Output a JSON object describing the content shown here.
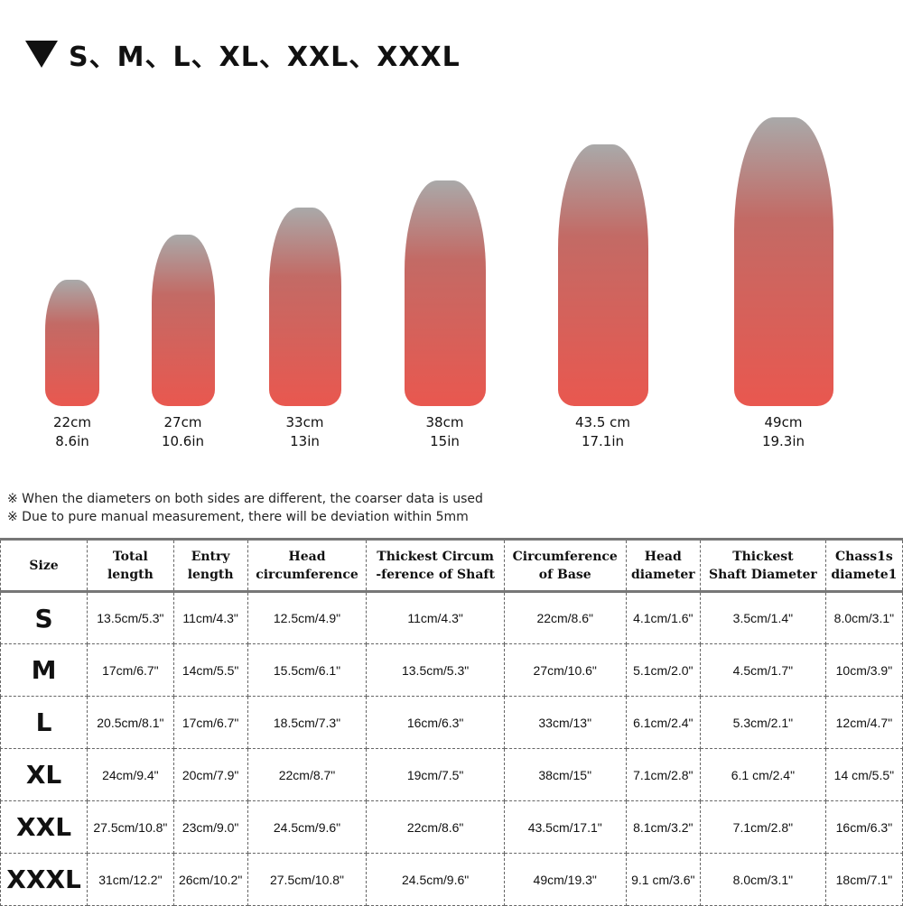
{
  "title": "S、M、L、XL、XXL、XXXL",
  "products": [
    {
      "size": "S",
      "head_circ": "12.5cm\n4.9in",
      "shaft_circ": "11cm\n4.3in",
      "entry": "11cm/4.3in",
      "base": [
        "22cm",
        "8.6in"
      ]
    },
    {
      "size": "M",
      "head_circ": "15.5cm\n6.1in",
      "shaft_circ": "13.5cm\n5.3in",
      "entry": "14cm/5.5in",
      "base": [
        "27cm",
        "10.6in"
      ]
    },
    {
      "size": "L",
      "head_circ": "18.5cm\n7.3in",
      "shaft_circ": "16cm\n6.3in",
      "entry": "17cm/6.7in",
      "base": [
        "33cm",
        "13in"
      ]
    },
    {
      "size": "XL",
      "head_circ": "22cm\n8.7in",
      "shaft_circ": "19cm\n7.5in",
      "entry": "20cm/7.9in",
      "base": [
        "38cm",
        "15in"
      ]
    },
    {
      "size": "XXL",
      "head_circ": "24.5cm\n9.6in",
      "shaft_circ": "22cm\n8.6in",
      "entry": "23cm/9.0in",
      "base": [
        "43.5 cm",
        "17.1in"
      ]
    },
    {
      "size": "XXXL",
      "head_circ": "27.5cm\n10.8in",
      "shaft_circ": "24.5cm\n9.6in",
      "entry": "26cm/10.2in",
      "base": [
        "49cm",
        "19.3in"
      ]
    }
  ],
  "notes": [
    "※ When the diameters on both sides are different, the coarser data is used",
    "※ Due to pure manual measurement, there will be deviation within 5mm"
  ],
  "table": {
    "headers": [
      "Size",
      "Total\nlength",
      "Entry\nlength",
      "Head\ncircumference",
      "Thickest Circum\n-ference of Shaft",
      "Circumference\nof Base",
      "Head\ndiameter",
      "Thickest\nShaft Diameter",
      "Chass1s\ndiamete1"
    ],
    "rows": [
      [
        "S",
        "13.5cm/5.3\"",
        "11cm/4.3\"",
        "12.5cm/4.9\"",
        "11cm/4.3\"",
        "22cm/8.6\"",
        "4.1cm/1.6\"",
        "3.5cm/1.4\"",
        "8.0cm/3.1\""
      ],
      [
        "M",
        "17cm/6.7\"",
        "14cm/5.5\"",
        "15.5cm/6.1\"",
        "13.5cm/5.3\"",
        "27cm/10.6\"",
        "5.1cm/2.0\"",
        "4.5cm/1.7\"",
        "10cm/3.9\""
      ],
      [
        "L",
        "20.5cm/8.1\"",
        "17cm/6.7\"",
        "18.5cm/7.3\"",
        "16cm/6.3\"",
        "33cm/13\"",
        "6.1cm/2.4\"",
        "5.3cm/2.1\"",
        "12cm/4.7\""
      ],
      [
        "XL",
        "24cm/9.4\"",
        "20cm/7.9\"",
        "22cm/8.7\"",
        "19cm/7.5\"",
        "38cm/15\"",
        "7.1cm/2.8\"",
        "6.1 cm/2.4\"",
        "14 cm/5.5\""
      ],
      [
        "XXL",
        "27.5cm/10.8\"",
        "23cm/9.0\"",
        "24.5cm/9.6\"",
        "22cm/8.6\"",
        "43.5cm/17.1\"",
        "8.1cm/3.2\"",
        "7.1cm/2.8\"",
        "16cm/6.3\""
      ],
      [
        "XXXL",
        "31cm/12.2\"",
        "26cm/10.2\"",
        "27.5cm/10.8\"",
        "24.5cm/9.6\"",
        "49cm/19.3\"",
        "9.1 cm/3.6\"",
        "8.0cm/3.1\"",
        "18cm/7.1\""
      ]
    ]
  }
}
